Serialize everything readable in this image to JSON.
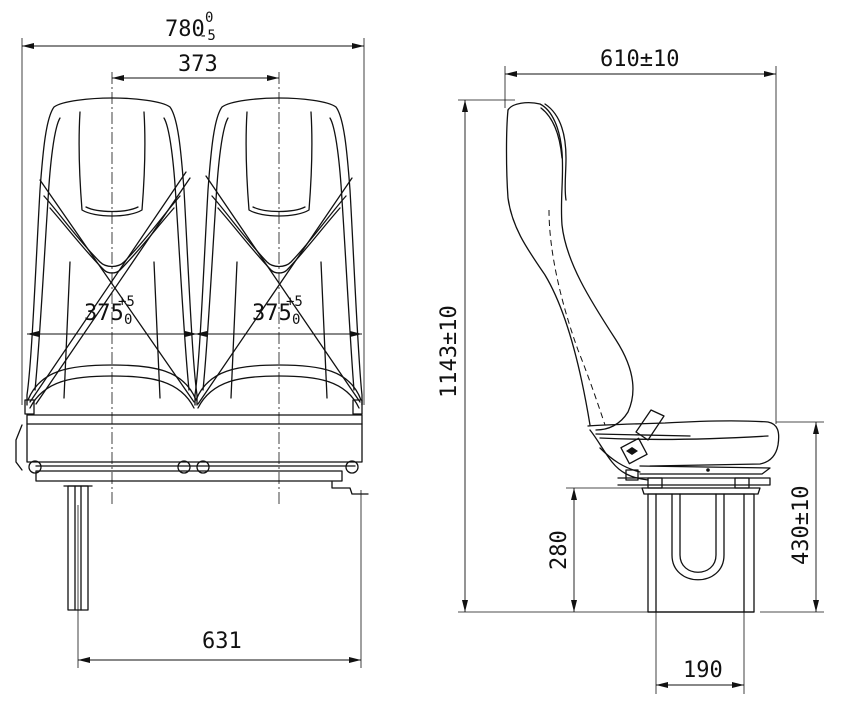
{
  "dimensions": {
    "overall_width": "780",
    "overall_width_tol_upper": "0",
    "overall_width_tol_lower": "-5",
    "seat_center_spacing": "373",
    "seat_width_left": "375",
    "seat_width_left_tol_upper": "+5",
    "seat_width_left_tol_lower": "0",
    "seat_width_right": "375",
    "seat_width_right_tol_upper": "+5",
    "seat_width_right_tol_lower": "0",
    "leg_offset": "631",
    "seat_depth": "610±10",
    "overall_height": "1143±10",
    "seat_height": "430±10",
    "pedestal_height": "280",
    "pedestal_width": "190"
  }
}
